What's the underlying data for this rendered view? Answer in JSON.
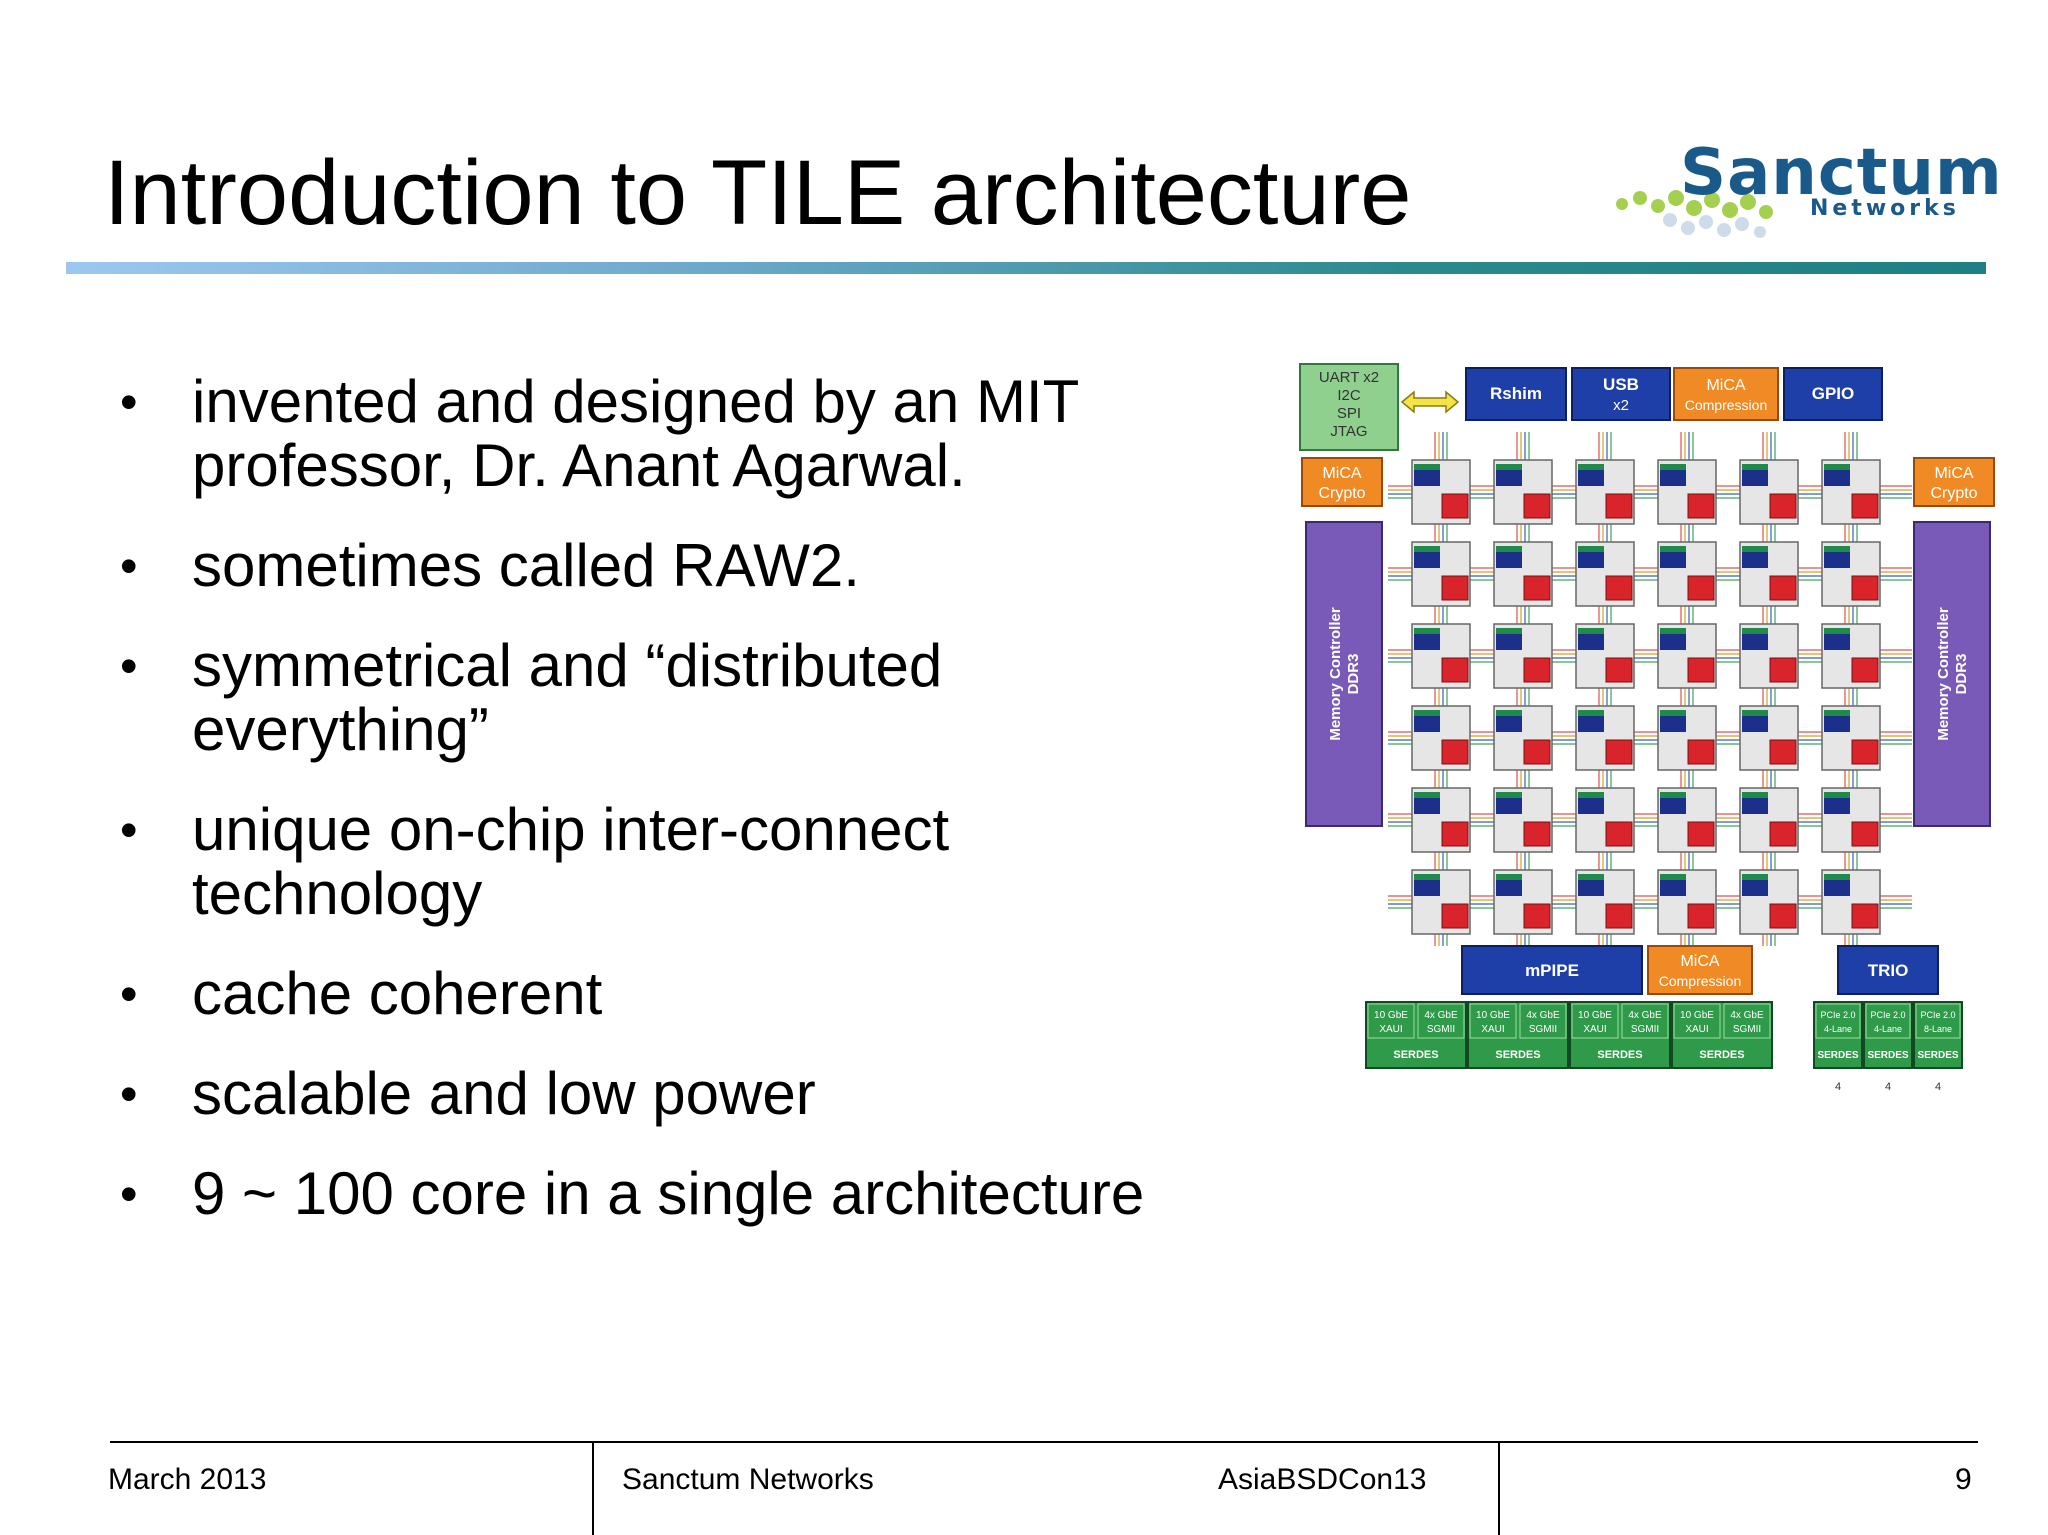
{
  "title": "Introduction to TILE architecture",
  "logo": {
    "name": "Sanctum",
    "sub": "Networks",
    "colors": {
      "text": "#1a5a8a",
      "dots": "#9ccc3c"
    }
  },
  "bullets": [
    {
      "line1": "invented and designed by an MIT",
      "line2": "professor, Dr. Anant Agarwal."
    },
    {
      "line1": "sometimes called RAW2.",
      "line2": ""
    },
    {
      "line1": "symmetrical and “distributed",
      "line2": "everything”"
    },
    {
      "line1": "unique on-chip inter-connect",
      "line2": "technology"
    },
    {
      "line1": "cache coherent",
      "line2": ""
    },
    {
      "line1": "scalable and low power",
      "line2": ""
    },
    {
      "line1": "9 ~ 100 core in a single architecture",
      "line2": ""
    }
  ],
  "diagram": {
    "uart": [
      "UART x2",
      "I2C",
      "SPI",
      "JTAG"
    ],
    "rshim": "Rshim",
    "usb": [
      "USB",
      "x2"
    ],
    "mica_top": [
      "MiCA",
      "Compression"
    ],
    "gpio": "GPIO",
    "mica_crypto_left": [
      "MiCA",
      "Crypto"
    ],
    "mica_crypto_right": [
      "MiCA",
      "Crypto"
    ],
    "mem_left": [
      "Memory Controller",
      "DDR3"
    ],
    "mem_right": [
      "Memory Controller",
      "DDR3"
    ],
    "mpipe": "mPIPE",
    "mica_bottom": [
      "MiCA",
      "Compression"
    ],
    "trio": "TRIO",
    "serdes_groups": [
      {
        "a": [
          "10 GbE",
          "XAUI"
        ],
        "b": [
          "4x GbE",
          "SGMII"
        ],
        "label": "SERDES"
      },
      {
        "a": [
          "10 GbE",
          "XAUI"
        ],
        "b": [
          "4x GbE",
          "SGMII"
        ],
        "label": "SERDES"
      },
      {
        "a": [
          "10 GbE",
          "XAUI"
        ],
        "b": [
          "4x GbE",
          "SGMII"
        ],
        "label": "SERDES"
      },
      {
        "a": [
          "10 GbE",
          "XAUI"
        ],
        "b": [
          "4x GbE",
          "SGMII"
        ],
        "label": "SERDES"
      }
    ],
    "pcie": [
      {
        "top": [
          "PCIe 2.0",
          "4-Lane"
        ],
        "label": "SERDES",
        "count": "4"
      },
      {
        "top": [
          "PCIe 2.0",
          "4-Lane"
        ],
        "label": "SERDES",
        "count": "4"
      },
      {
        "top": [
          "PCIe 2.0",
          "8-Lane"
        ],
        "label": "SERDES",
        "count": "4"
      }
    ],
    "tile_rows": 6,
    "tile_cols": 6,
    "colors": {
      "blue_block": "#1e3fa8",
      "orange_block": "#f08a24",
      "green_block": "#2e9a4a",
      "light_green": "#8fd08f",
      "purple": "#7a5ab8",
      "tile_bg": "#e6e6e6",
      "tile_red": "#d8242a",
      "tile_navy": "#1c2f8a",
      "tile_green": "#1f8a4a",
      "arrow": "#f5e34a"
    }
  },
  "footer": {
    "date": "March 2013",
    "company": "Sanctum Networks",
    "event": "AsiaBSDCon13",
    "page": "9"
  }
}
